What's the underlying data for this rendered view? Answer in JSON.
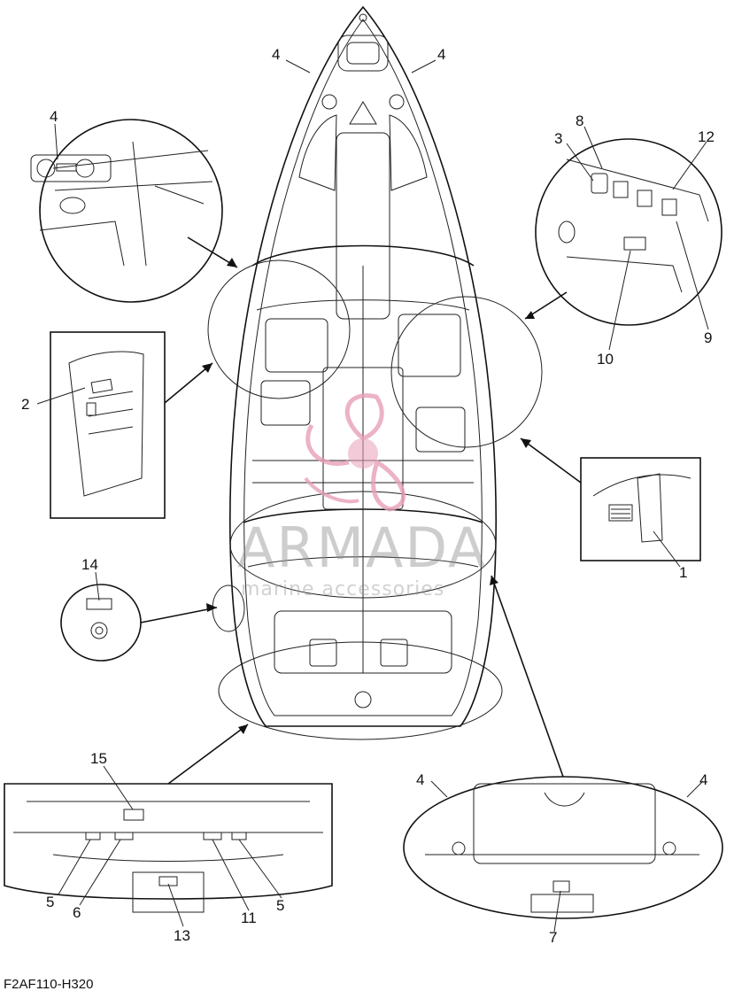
{
  "diagram_code": "F2AF110-H320",
  "watermark": {
    "brand": "ARMADA",
    "tagline": "marine accessories",
    "color": "#e8a0b8"
  },
  "callouts": {
    "c1": "1",
    "c2": "2",
    "c3": "3",
    "c4a": "4",
    "c4b": "4",
    "c4c": "4",
    "c4d": "4",
    "c4e": "4",
    "c5a": "5",
    "c5b": "5",
    "c6": "6",
    "c7": "7",
    "c8": "8",
    "c9": "9",
    "c10": "10",
    "c11": "11",
    "c12": "12",
    "c13": "13",
    "c14": "14",
    "c15": "15"
  }
}
